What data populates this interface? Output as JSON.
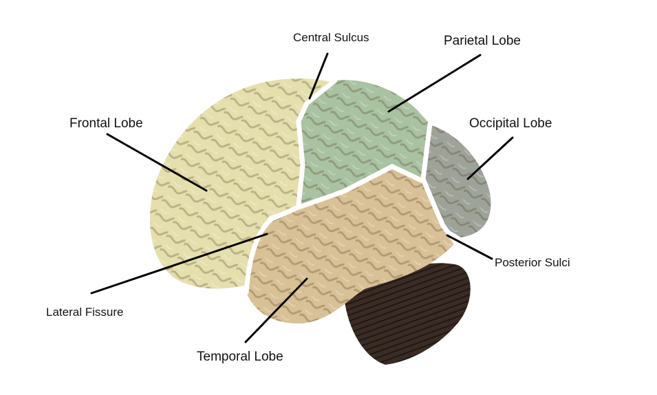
{
  "labels": {
    "central_sulcus": "Central Sulcus",
    "parietal_lobe": "Parietal Lobe",
    "frontal_lobe": "Frontal Lobe",
    "occipital_lobe": "Occipital Lobe",
    "posterior_sulci": "Posterior Sulci",
    "lateral_fissure": "Lateral Fissure",
    "temporal_lobe": "Temporal Lobe"
  },
  "colors": {
    "frontal": "#e5dfae",
    "parietal": "#a9c2a2",
    "occipital": "#9ea39a",
    "temporal": "#d9c197",
    "cerebellum": "#3a2b24",
    "leader": "#000000",
    "fissure": "#ffffff"
  }
}
